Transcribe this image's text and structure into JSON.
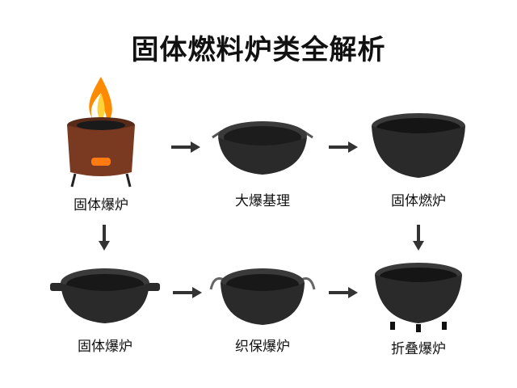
{
  "title": "固体燃料炉类全解析",
  "nodes": [
    {
      "label": "固体爆炉",
      "icon": "burning-stove-icon"
    },
    {
      "label": "大爆基理",
      "icon": "handled-wok-icon"
    },
    {
      "label": "固体燃炉",
      "icon": "deep-pot-icon"
    },
    {
      "label": "固体爆炉",
      "icon": "casserole-pan-icon"
    },
    {
      "label": "织保爆炉",
      "icon": "wire-handle-pan-icon"
    },
    {
      "label": "折叠爆炉",
      "icon": "footed-pot-icon"
    }
  ],
  "arrows": [
    "right",
    "right",
    "down",
    "down",
    "right",
    "right"
  ],
  "colors": {
    "pan": "#2a2a2a",
    "stove": "#7a3a22",
    "flame": "#ff8a00",
    "arrow": "#333333"
  }
}
